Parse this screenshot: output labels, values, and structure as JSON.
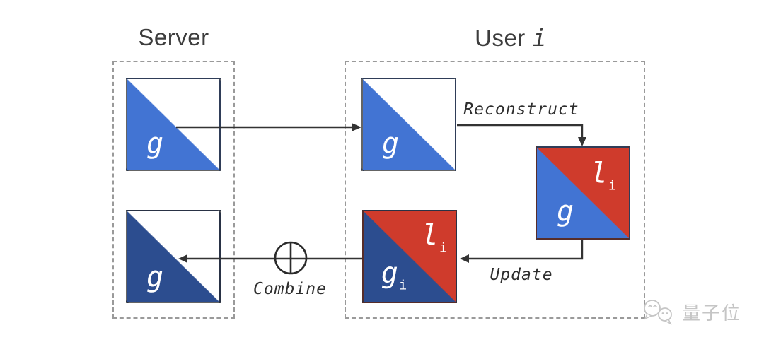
{
  "titles": {
    "server": "Server",
    "user": "User",
    "user_var": "i"
  },
  "flow_labels": {
    "reconstruct": "Reconstruct",
    "update": "Update",
    "combine": "Combine"
  },
  "squares": {
    "server_global": {
      "label": "g"
    },
    "server_combined": {
      "label": "g"
    },
    "user_global": {
      "label": "g"
    },
    "user_reconstructed": {
      "global_label": "g",
      "local_label": "l",
      "local_sub": "i"
    },
    "user_updated": {
      "global_label": "g",
      "global_sub": "i",
      "local_label": "l",
      "local_sub": "i"
    }
  },
  "icons": {
    "combine_operator": "circled-plus",
    "watermark_logo": "chat-bubbles"
  },
  "watermark": {
    "text": "量子位"
  },
  "colors": {
    "global_blue": "#4274d3",
    "combined_dark_blue": "#2c4d8f",
    "local_red": "#cf3b2c",
    "line": "#333333",
    "dashed_border": "#9a9a9a",
    "title_text": "#3d3d3d",
    "watermark_gray": "#c5c5c5"
  }
}
